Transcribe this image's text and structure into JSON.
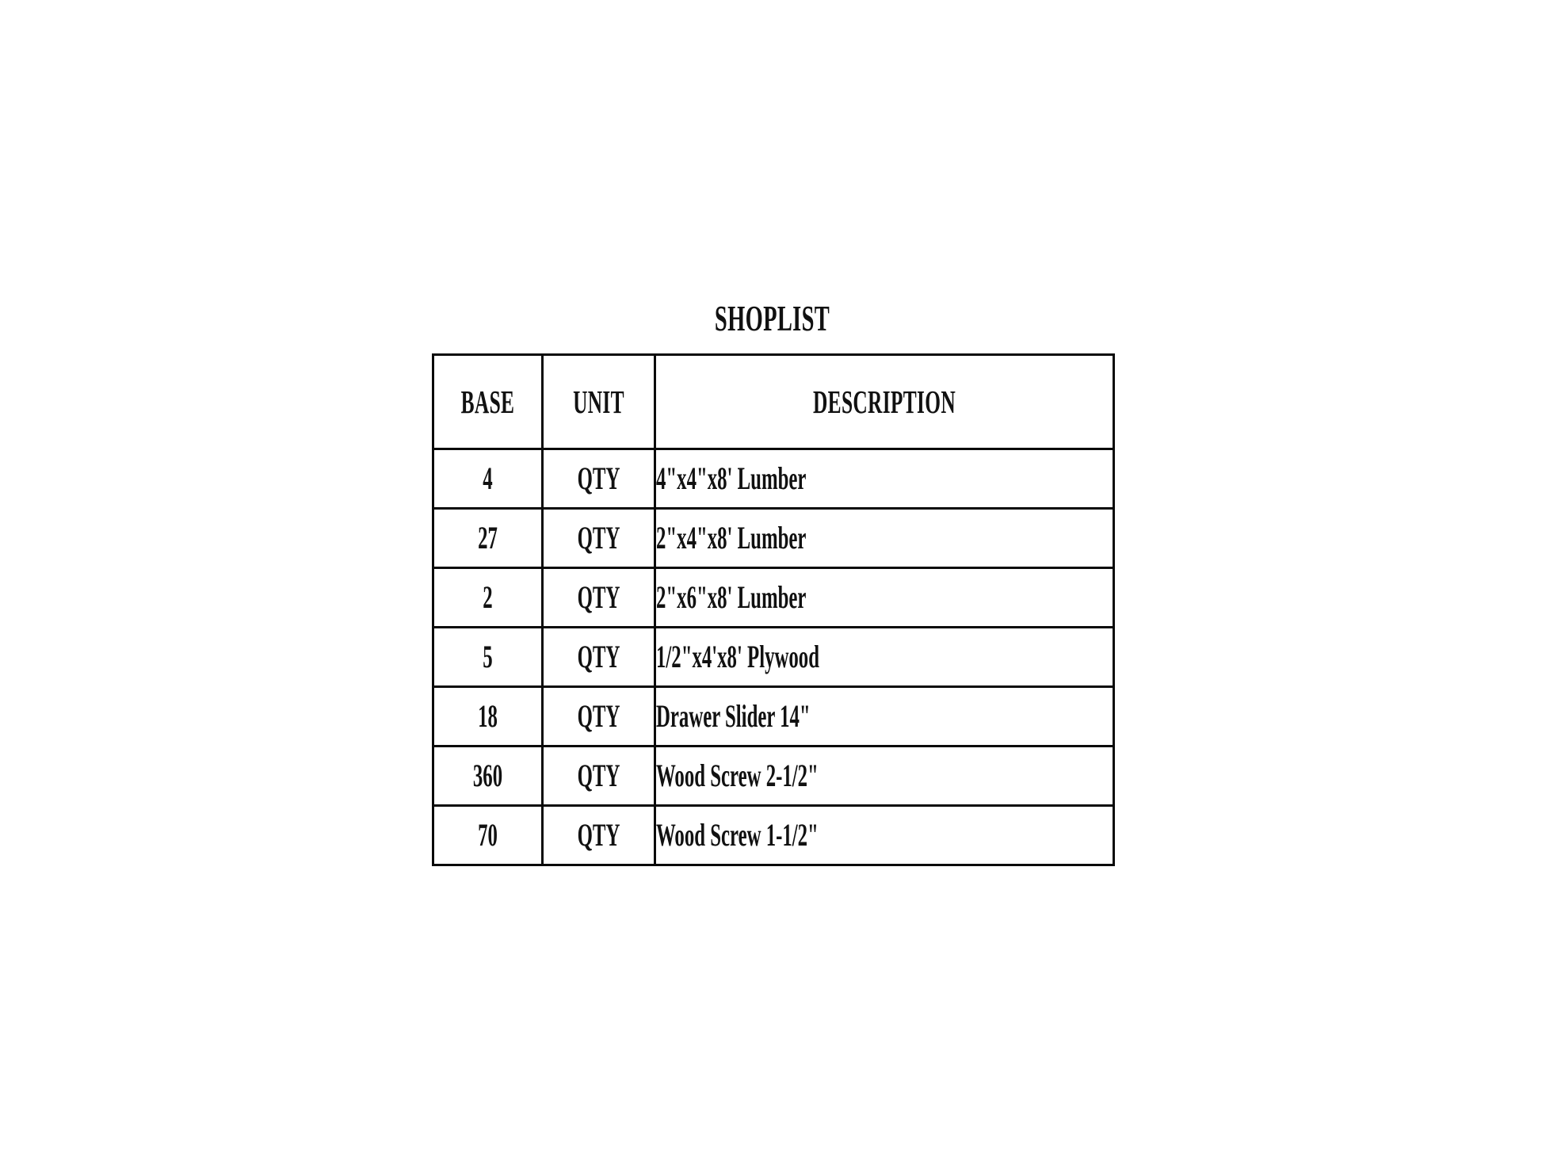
{
  "document": {
    "title": "SHOPLIST",
    "background_color": "#ffffff",
    "ink_color": "#111111",
    "border_color": "#0a0a0a"
  },
  "table": {
    "columns": [
      {
        "key": "base",
        "label": "BASE"
      },
      {
        "key": "unit",
        "label": "UNIT"
      },
      {
        "key": "description",
        "label": "DESCRIPTION"
      }
    ],
    "rows": [
      {
        "base": "4",
        "unit": "QTY",
        "description": "4\"x4\"x8' Lumber"
      },
      {
        "base": "27",
        "unit": "QTY",
        "description": "2\"x4\"x8' Lumber"
      },
      {
        "base": "2",
        "unit": "QTY",
        "description": "2\"x6\"x8' Lumber"
      },
      {
        "base": "5",
        "unit": "QTY",
        "description": "1/2\"x4'x8' Plywood"
      },
      {
        "base": "18",
        "unit": "QTY",
        "description": "Drawer Slider 14\""
      },
      {
        "base": "360",
        "unit": "QTY",
        "description": "Wood Screw 2-1/2\""
      },
      {
        "base": "70",
        "unit": "QTY",
        "description": "Wood Screw 1-1/2\""
      }
    ]
  }
}
